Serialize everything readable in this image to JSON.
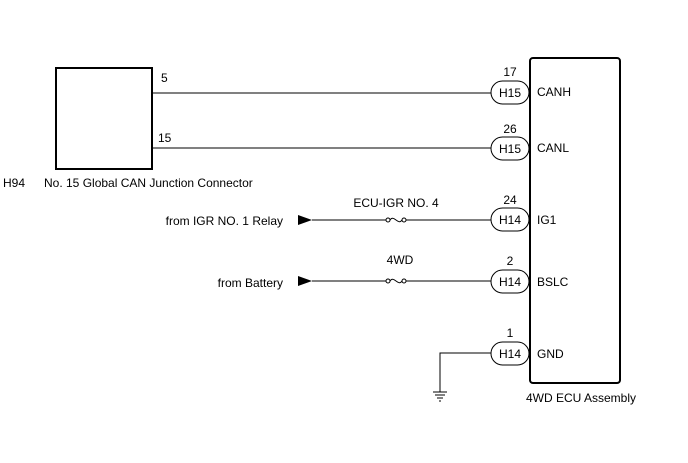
{
  "connector_block": {
    "id": "H94",
    "name": "No. 15 Global CAN Junction Connector"
  },
  "ecu": {
    "name": "4WD ECU Assembly"
  },
  "wires": [
    {
      "source_pin": "5",
      "connector": "H15",
      "ecu_pin": "17",
      "signal": "CANH"
    },
    {
      "source_pin": "15",
      "connector": "H15",
      "ecu_pin": "26",
      "signal": "CANL"
    },
    {
      "source": "from IGR NO. 1 Relay",
      "fuse": "ECU-IGR NO. 4",
      "connector": "H14",
      "ecu_pin": "24",
      "signal": "IG1"
    },
    {
      "source": "from Battery",
      "fuse": "4WD",
      "connector": "H14",
      "ecu_pin": "2",
      "signal": "BSLC"
    },
    {
      "connector": "H14",
      "ecu_pin": "1",
      "signal": "GND"
    }
  ]
}
